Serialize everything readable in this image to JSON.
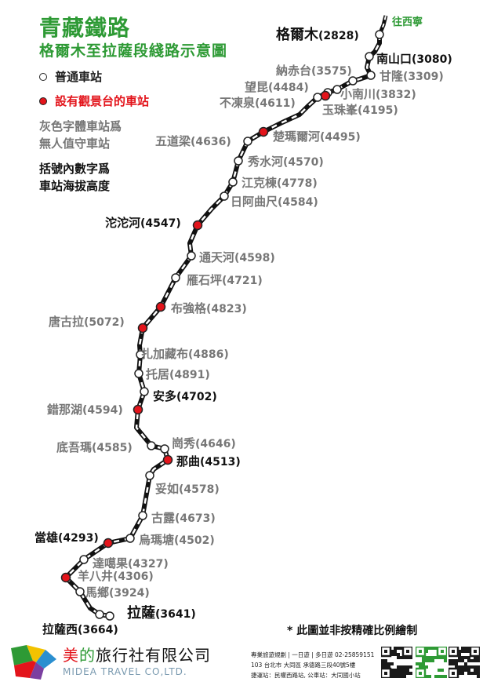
{
  "header": {
    "title": "青藏鐵路",
    "subtitle": "格爾木至拉薩段綫路示意圖"
  },
  "legend": {
    "normal": "普通車站",
    "viewing": "設有觀景台的車站"
  },
  "notes": {
    "unmanned_line1": "灰色字體車站爲",
    "unmanned_line2": "無人值守車站",
    "altitude_line1": "括號內數字爲",
    "altitude_line2": "車站海拔高度"
  },
  "colors": {
    "title_green": "#2e9a35",
    "viewing_red": "#e3141b",
    "unmanned_gray": "#777777",
    "staffed_black": "#111111",
    "track_black": "#111111"
  },
  "direction_label": "往西寧",
  "stations": [
    {
      "name": "格爾木",
      "altitude": "(2828)",
      "type": "normal",
      "staffed": true,
      "major": true
    },
    {
      "name": "南山口",
      "altitude": "(3080)",
      "type": "normal",
      "staffed": true
    },
    {
      "name": "甘隆",
      "altitude": "(3309)",
      "type": "normal",
      "staffed": false
    },
    {
      "name": "納赤台",
      "altitude": "(3575)",
      "type": "normal",
      "staffed": false
    },
    {
      "name": "小南川",
      "altitude": "(3832)",
      "type": "normal",
      "staffed": false
    },
    {
      "name": "望昆",
      "altitude": "(4484)",
      "type": "normal",
      "staffed": false
    },
    {
      "name": "玉珠峯",
      "altitude": "(4195)",
      "type": "viewing",
      "staffed": false
    },
    {
      "name": "不凍泉",
      "altitude": "(4611)",
      "type": "normal",
      "staffed": false
    },
    {
      "name": "楚瑪爾河",
      "altitude": "(4495)",
      "type": "viewing",
      "staffed": false
    },
    {
      "name": "五道梁",
      "altitude": "(4636)",
      "type": "normal",
      "staffed": false
    },
    {
      "name": "秀水河",
      "altitude": "(4570)",
      "type": "normal",
      "staffed": false
    },
    {
      "name": "江克棟",
      "altitude": "(4778)",
      "type": "normal",
      "staffed": false
    },
    {
      "name": "日阿曲尺",
      "altitude": "(4584)",
      "type": "normal",
      "staffed": false
    },
    {
      "name": "沱沱河",
      "altitude": "(4547)",
      "type": "viewing",
      "staffed": true
    },
    {
      "name": "通天河",
      "altitude": "(4598)",
      "type": "normal",
      "staffed": false
    },
    {
      "name": "雁石坪",
      "altitude": "(4721)",
      "type": "normal",
      "staffed": false
    },
    {
      "name": "布強格",
      "altitude": "(4823)",
      "type": "viewing",
      "staffed": false
    },
    {
      "name": "唐古拉",
      "altitude": "(5072)",
      "type": "viewing",
      "staffed": false
    },
    {
      "name": "扎加藏布",
      "altitude": "(4886)",
      "type": "normal",
      "staffed": false
    },
    {
      "name": "托居",
      "altitude": "(4891)",
      "type": "normal",
      "staffed": false
    },
    {
      "name": "安多",
      "altitude": "(4702)",
      "type": "normal",
      "staffed": true
    },
    {
      "name": "錯那湖",
      "altitude": "(4594)",
      "type": "viewing",
      "staffed": false
    },
    {
      "name": "底吾瑪",
      "altitude": "(4585)",
      "type": "normal",
      "staffed": false
    },
    {
      "name": "崗秀",
      "altitude": "(4646)",
      "type": "normal",
      "staffed": false
    },
    {
      "name": "那曲",
      "altitude": "(4513)",
      "type": "viewing",
      "staffed": true
    },
    {
      "name": "妥如",
      "altitude": "(4578)",
      "type": "normal",
      "staffed": false
    },
    {
      "name": "古露",
      "altitude": "(4673)",
      "type": "normal",
      "staffed": false
    },
    {
      "name": "烏瑪塘",
      "altitude": "(4502)",
      "type": "normal",
      "staffed": false
    },
    {
      "name": "當雄",
      "altitude": "(4293)",
      "type": "viewing",
      "staffed": true
    },
    {
      "name": "達噶果",
      "altitude": "(4327)",
      "type": "normal",
      "staffed": false
    },
    {
      "name": "羊八井",
      "altitude": "(4306)",
      "type": "viewing",
      "staffed": false
    },
    {
      "name": "馬鄉",
      "altitude": "(3924)",
      "type": "normal",
      "staffed": false
    },
    {
      "name": "拉薩",
      "altitude": "(3641)",
      "type": "normal",
      "staffed": true,
      "major": true
    },
    {
      "name": "拉薩西",
      "altitude": "(3664)",
      "type": "normal",
      "staffed": true
    }
  ],
  "disclaimer": "* 此圖並非按精確比例繪制",
  "footer": {
    "company_mei": "美",
    "company_de": "的",
    "company_rest": "旅行社有限公司",
    "company_en": "MIDEA TRAVEL  CO,LTD.",
    "contact_line1": "專業旅遊規劃 | 一日遊 | 多日遊 02-25859151",
    "contact_line2": "103 台北市 大同區 承德路三段40號5樓",
    "contact_line3": "捷運站：民權西路站, 公車站：大同國小站"
  }
}
